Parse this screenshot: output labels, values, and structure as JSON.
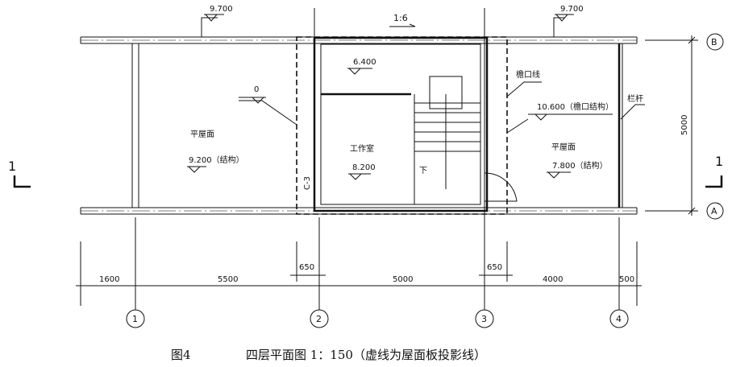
{
  "drawing": {
    "roof_top_left_level": "9.700",
    "roof_top_right_level": "9.700",
    "slope": "1:6",
    "level_6400": "6.400",
    "level_zero": "0",
    "eave_line": "檐口线",
    "eave_level": "10.600（檐口结构）",
    "railing": "栏杆",
    "left_roof_label": "平屋面",
    "left_roof_level": "9.200（结构）",
    "studio_label": "工作室",
    "studio_level": "8.200",
    "stair_down": "下",
    "window_tag": "C-3",
    "right_roof_label": "平屋面",
    "right_roof_level": "7.800（结构）",
    "section_left": "1",
    "section_right": "1",
    "vertical_dim": "5000",
    "axis_b": "B",
    "axis_a": "A",
    "dims": [
      "1600",
      "5500",
      "5000",
      "4000",
      "500"
    ],
    "offset_left": "650",
    "offset_right": "650",
    "axes": [
      "1",
      "2",
      "3",
      "4"
    ]
  },
  "caption": {
    "figure": "图4",
    "title": "四层平面图 1：150（虚线为屋面板投影线）"
  }
}
